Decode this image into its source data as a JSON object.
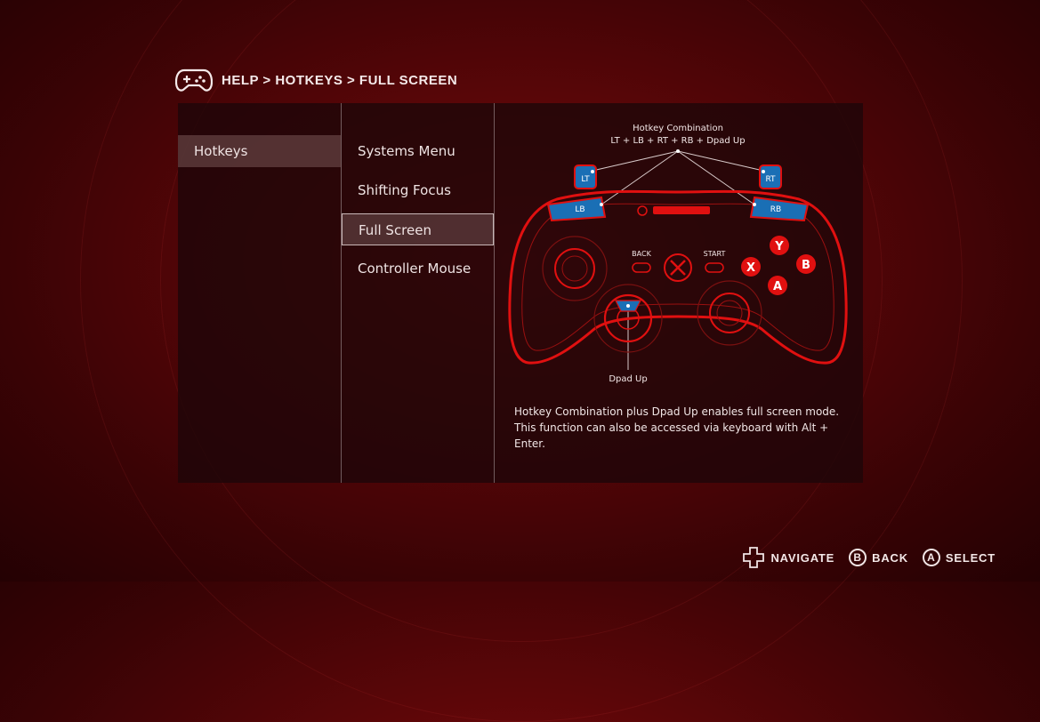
{
  "breadcrumb": {
    "title": "HELP > HOTKEYS > FULL SCREEN",
    "icon": "gamepad-icon"
  },
  "categories": [
    {
      "label": "Hotkeys",
      "active": true
    }
  ],
  "topics": [
    {
      "label": "Systems Menu"
    },
    {
      "label": "Shifting Focus"
    },
    {
      "label": "Full Screen",
      "selected": true
    },
    {
      "label": "Controller Mouse"
    }
  ],
  "diagram": {
    "combo_title": "Hotkey Combination",
    "combo_keys": "LT + LB + RT + RB + Dpad Up",
    "lt": "LT",
    "lb": "LB",
    "rt": "RT",
    "rb": "RB",
    "back": "BACK",
    "start": "START",
    "y": "Y",
    "x": "X",
    "b": "B",
    "a": "A",
    "dpad_label": "Dpad Up",
    "highlight_color": "#1a6fb5",
    "accent_color": "#e01010"
  },
  "description": {
    "line1": "Hotkey Combination plus Dpad Up enables full screen mode.",
    "line2": "This function can also be accessed via keyboard with Alt + Enter."
  },
  "footer": {
    "navigate": "NAVIGATE",
    "back_button": "B",
    "back": "BACK",
    "select_button": "A",
    "select": "SELECT"
  }
}
